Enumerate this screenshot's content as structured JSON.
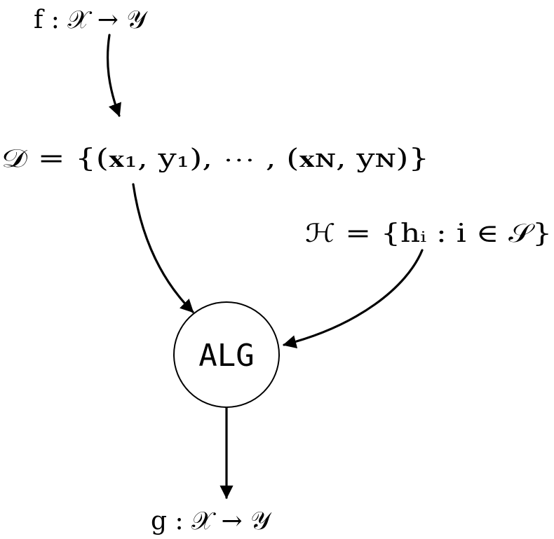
{
  "nodes": {
    "target_function": {
      "label": "f : 𝒳 → 𝒴"
    },
    "dataset": {
      "label": "𝒟 = {(𝐱₁, y₁), ⋯ , (𝐱ɴ, yɴ)}"
    },
    "hypothesis_set": {
      "label": "ℋ = {hᵢ : i ∈ 𝒮}"
    },
    "algorithm": {
      "label": "ALG"
    },
    "final_hypothesis": {
      "label": "g : 𝒳 → 𝒴"
    }
  },
  "colors": {
    "stroke": "#000000",
    "background": "#ffffff"
  }
}
